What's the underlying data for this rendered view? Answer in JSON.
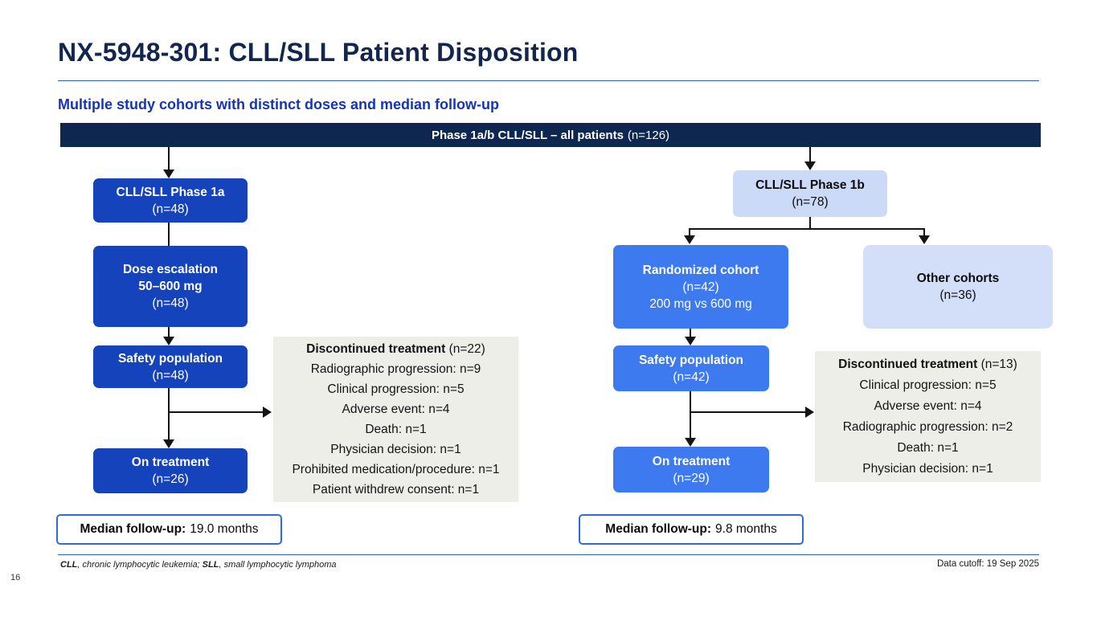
{
  "colors": {
    "banner_navy": "#0e2751",
    "dark_blue": "#1543bc",
    "bright_blue": "#3d7af0",
    "light_blue_1b": "#cbdaf7",
    "light_blue_other": "#d3dff8",
    "gray_box": "#edeee8",
    "median_border": "#2e6ad9",
    "title_navy": "#12264e",
    "subtitle_blue": "#1535b5",
    "rule_blue": "#2e61ae"
  },
  "header": {
    "title": "NX-5948-301: CLL/SLL Patient Disposition",
    "subtitle": "Multiple study cohorts with distinct doses and median follow-up"
  },
  "banner": {
    "title": "Phase 1a/b CLL/SLL – all patients",
    "n": "(n=126)"
  },
  "phase1a": {
    "step_phase": {
      "title": "CLL/SLL Phase 1a",
      "n": "(n=48)"
    },
    "step_dose": {
      "title": "Dose escalation",
      "dose": "50–600 mg",
      "n": "(n=48)"
    },
    "step_safety": {
      "title": "Safety population",
      "n": "(n=48)"
    },
    "step_ontreatment": {
      "title": "On treatment",
      "n": "(n=26)"
    },
    "discontinued": {
      "title": "Discontinued treatment",
      "n": "(n=22)",
      "reasons": [
        "Radiographic progression: n=9",
        "Clinical progression: n=5",
        "Adverse event: n=4",
        "Death: n=1",
        "Physician decision: n=1",
        "Prohibited medication/procedure: n=1",
        "Patient withdrew consent: n=1"
      ]
    },
    "median": {
      "label": "Median follow-up:",
      "value": "19.0 months"
    }
  },
  "phase1b": {
    "step_phase": {
      "title": "CLL/SLL Phase 1b",
      "n": "(n=78)"
    },
    "randomized": {
      "title": "Randomized cohort",
      "n": "(n=42)",
      "dose": "200 mg vs 600 mg"
    },
    "other": {
      "title": "Other cohorts",
      "n": "(n=36)"
    },
    "step_safety": {
      "title": "Safety population",
      "n": "(n=42)"
    },
    "step_ontreatment": {
      "title": "On treatment",
      "n": "(n=29)"
    },
    "discontinued": {
      "title": "Discontinued treatment",
      "n": "(n=13)",
      "reasons": [
        "Clinical progression: n=5",
        "Adverse event: n=4",
        "Radiographic progression: n=2",
        "Death: n=1",
        "Physician decision: n=1"
      ]
    },
    "median": {
      "label": "Median follow-up:",
      "value": "9.8 months"
    }
  },
  "footer": {
    "abbr1": "CLL",
    "def1": ", chronic lymphocytic leukemia; ",
    "abbr2": "SLL",
    "def2": ", small lymphocytic lymphoma",
    "data_cutoff": "Data cutoff: 19 Sep 2025",
    "page_number": "16"
  }
}
